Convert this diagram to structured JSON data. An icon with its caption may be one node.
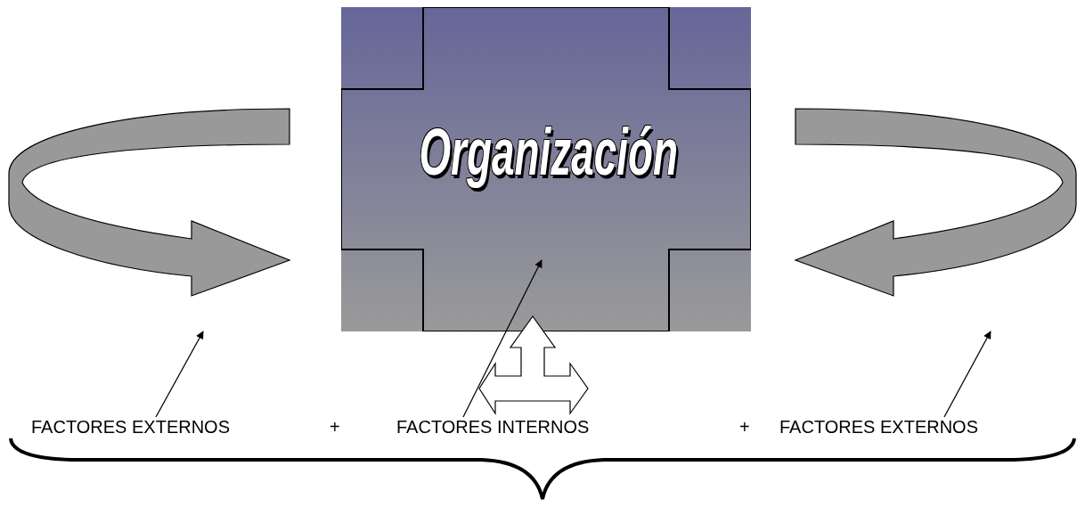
{
  "diagram": {
    "nodes": [
      {
        "text": [
          "Organización"
        ]
      },
      {
        "text": [],
        "shape": "arrow"
      },
      {
        "text": [],
        "shape": "arrow"
      },
      {
        "text": [],
        "shape": "arrow"
      },
      {
        "text": [
          "FACTORES EXTERNOS"
        ]
      },
      {
        "text": [
          "FACTORES INTERNOS"
        ]
      },
      {
        "text": [
          "FACTORES EXTERNOS"
        ]
      }
    ],
    "edges": [
      {
        "from": 4,
        "to": 1,
        "arrow": "to"
      },
      {
        "from": 5,
        "to": 0,
        "arrow": "to"
      },
      {
        "from": 6,
        "to": 2,
        "arrow": "to"
      }
    ],
    "labels": [
      "+",
      "+"
    ]
  }
}
